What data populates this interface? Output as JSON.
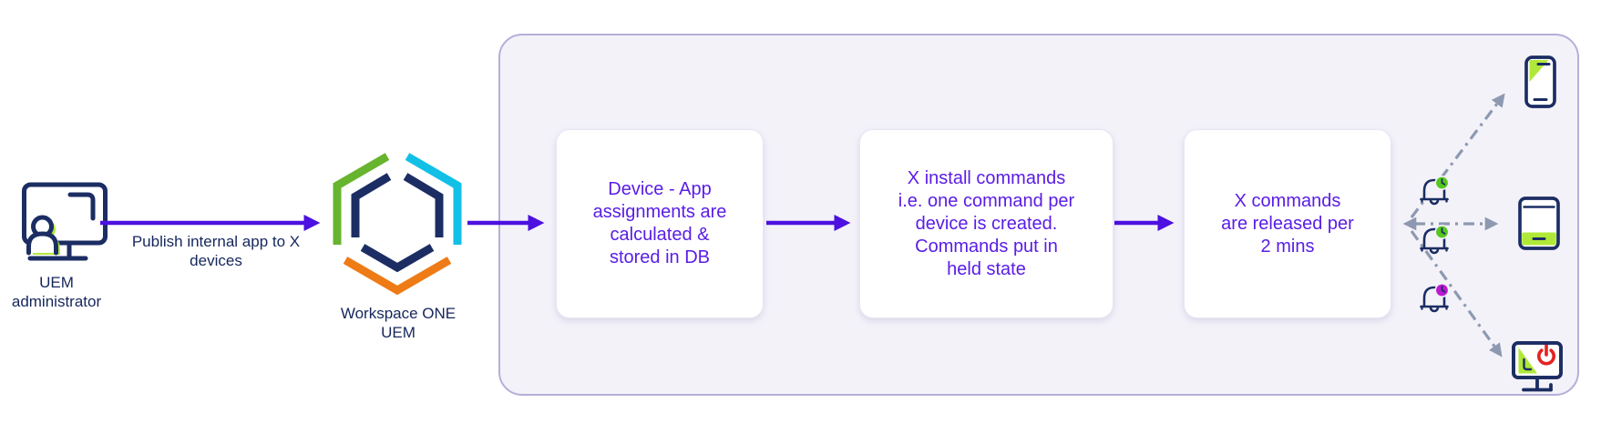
{
  "colors": {
    "navy": "#1b2d63",
    "text_navy": "#15265c",
    "purple": "#4c10e0",
    "step_text": "#5a1de6",
    "lime": "#b0e838",
    "logo_green": "#67b42e",
    "cyan": "#12c0e6",
    "orange": "#ee7b16",
    "container_bg": "#f4f2f9",
    "container_border": "#b6aed9",
    "step_bg": "#ffffff",
    "step_border": "#e9e5f4",
    "gray_arrow": "#8c99b1",
    "badge_green": "#55c81e",
    "badge_magenta": "#bd18d2",
    "power_red": "#e32320"
  },
  "actors": {
    "admin": {
      "label": "UEM\nadministrator",
      "icon": "admin-workstation-icon"
    }
  },
  "flow": {
    "publish_label": "Publish internal app to X\ndevices",
    "uem_label": "Workspace ONE\nUEM",
    "logo_icon": "workspace-one-uem-hexagon-logo"
  },
  "steps": [
    {
      "text": "Device - App\nassignments are\ncalculated &\nstored in DB"
    },
    {
      "text": "X install commands\ni.e. one command per\ndevice is created.\nCommands put in\nheld state"
    },
    {
      "text": "X commands\nare released per\n2 mins"
    }
  ],
  "targets": {
    "devices": [
      "smartphone-icon",
      "tablet-icon",
      "desktop-power-icon"
    ],
    "notifications": [
      {
        "icon": "bell-clock-icon",
        "badge": "green"
      },
      {
        "icon": "bell-clock-icon",
        "badge": "green"
      },
      {
        "icon": "bell-clock-icon",
        "badge": "magenta"
      }
    ]
  }
}
